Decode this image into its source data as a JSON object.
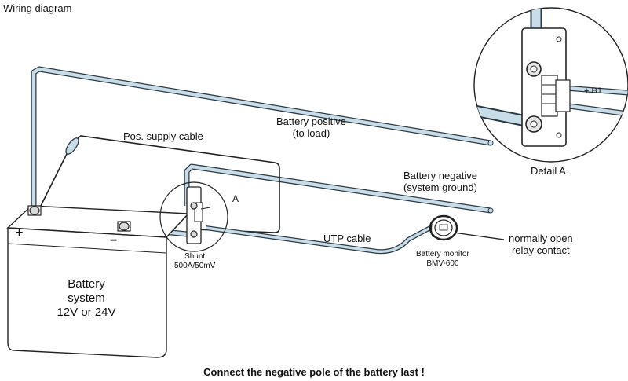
{
  "title": "Wiring diagram",
  "labels": {
    "battery_positive": [
      "Battery positive",
      "(to load)"
    ],
    "pos_supply_cable": "Pos. supply cable",
    "battery_negative": [
      "Battery negative",
      "(system ground)"
    ],
    "utp_cable": "UTP cable",
    "relay_contact": [
      "normally open",
      "relay contact"
    ],
    "battery_monitor": [
      "Battery monitor",
      "BMV-600"
    ],
    "shunt": [
      "Shunt",
      "500A/50mV"
    ],
    "detail_marker": "A",
    "detail_title": "Detail A",
    "b1": "+ B1"
  },
  "battery": {
    "lines": [
      "Battery",
      "system",
      "12V or 24V"
    ],
    "plus": "+",
    "minus": "−"
  },
  "footer": "Connect the negative pole of the battery last !",
  "colors": {
    "cable_fill": "#c9dde9",
    "cable_outline": "#2b3a44",
    "line": "#222222",
    "background": "#ffffff"
  }
}
